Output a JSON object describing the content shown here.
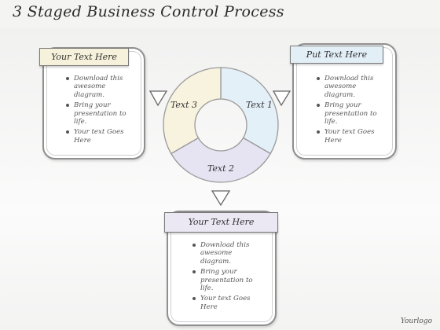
{
  "title": "3 Staged Business Control Process",
  "cycle": {
    "segments": [
      {
        "label": "Text 1",
        "color": "#e3f0f8"
      },
      {
        "label": "Text 2",
        "color": "#e6e4f2"
      },
      {
        "label": "Text 3",
        "color": "#f8f3df"
      }
    ]
  },
  "boxes": {
    "left": {
      "title": "Your Text Here",
      "header_color": "#f6f1da",
      "bullets": [
        "Download this awesome diagram.",
        "Bring your presentation to life.",
        "Your text Goes Here"
      ]
    },
    "right": {
      "title": "Put Text Here",
      "header_color": "#e2eff7",
      "bullets": [
        "Download this awesome diagram.",
        "Bring your presentation to life.",
        "Your text Goes Here"
      ]
    },
    "bottom": {
      "title": "Your Text Here",
      "header_color": "#ebe7f3",
      "bullets": [
        "Download this awesome diagram.",
        "Bring your presentation to life.",
        "Your text Goes Here"
      ]
    }
  },
  "footer": {
    "logo": "Yourlogo"
  }
}
